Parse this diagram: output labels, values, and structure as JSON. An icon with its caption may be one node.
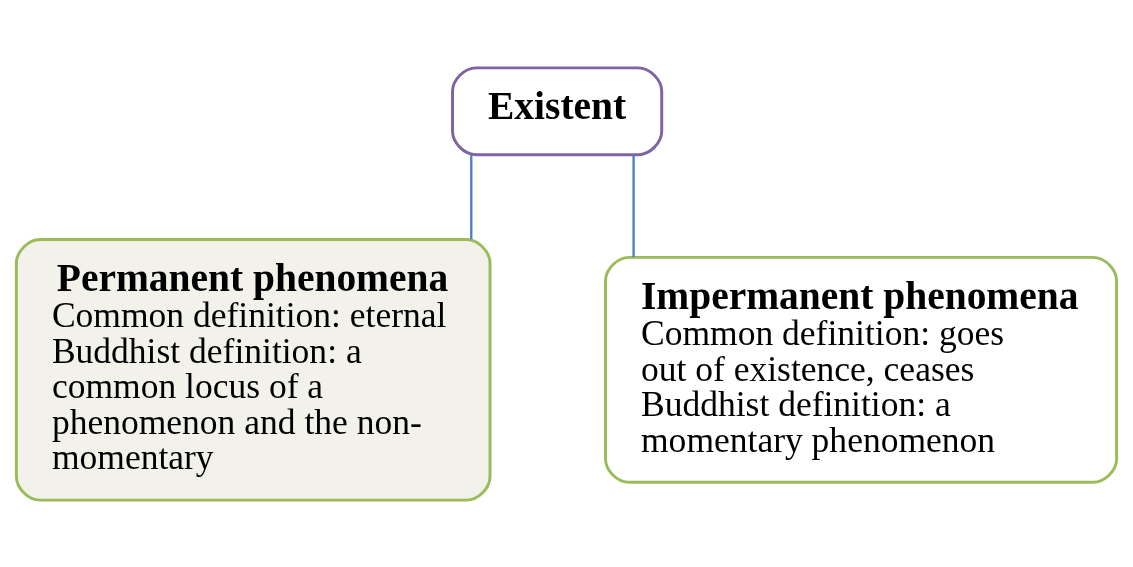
{
  "diagram": {
    "nodes": [
      {
        "text": [
          "Existent"
        ]
      },
      {
        "text": [
          "Permanent phenomena",
          "Common definition: eternal",
          "Buddhist definition: a common locus of a phenomenon and the non-momentary"
        ]
      },
      {
        "text": [
          "Impermanent phenomena",
          "Common definition: goes out of existence, ceases",
          "Buddhist definition: a momentary phenomenon"
        ]
      }
    ],
    "edges": [
      {
        "from": 0,
        "to": 1,
        "arrow": "none"
      },
      {
        "from": 0,
        "to": 2,
        "arrow": "none"
      }
    ]
  }
}
